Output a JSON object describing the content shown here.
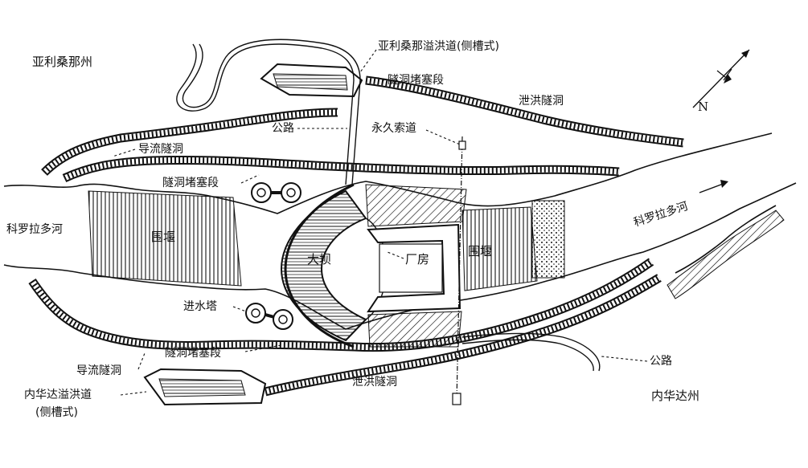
{
  "labels": {
    "arizona": "亚利桑那州",
    "nevada": "内华达州",
    "colorado_river_left": "科罗拉多河",
    "colorado_river_right": "科罗拉多河",
    "arizona_spillway": "亚利桑那溢洪道(侧槽式)",
    "nevada_spillway_line1": "内华达溢洪道",
    "nevada_spillway_line2": "(侧槽式)",
    "tunnel_plug_top": "隧洞堵塞段",
    "tunnel_plug_mid": "隧洞堵塞段",
    "tunnel_plug_bottom": "隧洞堵塞段",
    "spillway_tunnel_top": "泄洪隧洞",
    "spillway_tunnel_bottom": "泄洪隧洞",
    "diversion_tunnel_top": "导流隧洞",
    "diversion_tunnel_bottom": "导流隧洞",
    "road_top": "公路",
    "road_bottom": "公路",
    "cableway": "永久索道",
    "cofferdam_left": "围堰",
    "cofferdam_right": "围堰",
    "dam": "大坝",
    "powerhouse": "厂房",
    "intake_tower": "进水塔",
    "north": "N"
  },
  "icons": [
    "north-arrow-icon",
    "flow-arrow-icon"
  ],
  "colors": {
    "ink": "#111111",
    "paper": "#ffffff"
  }
}
